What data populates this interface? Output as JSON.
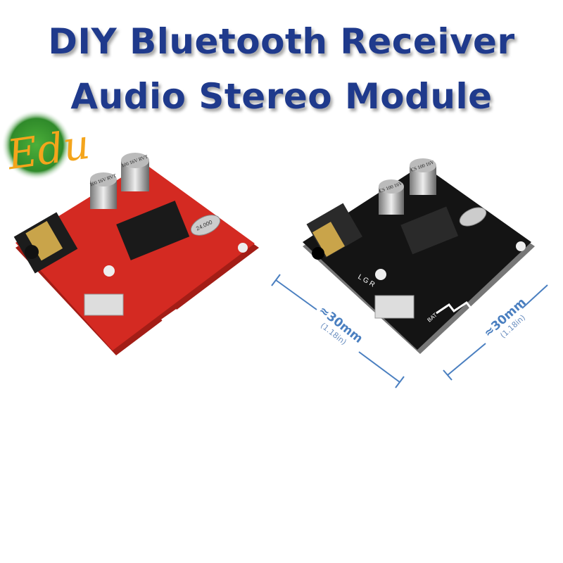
{
  "title": {
    "line1": "DIY Bluetooth Receiver",
    "line2": "Audio Stereo Module",
    "color": "#1f3a8c"
  },
  "logo": {
    "text": "Edu",
    "bg_color": "#2f8a2a",
    "text_color": "#f4a51c"
  },
  "boards": [
    {
      "name": "red-board",
      "color": "#d42a22",
      "capacitor_labels": [
        "100 16V RVT",
        "100 16V RVT"
      ],
      "crystal_label": "24.000"
    },
    {
      "name": "black-board",
      "color": "#141414",
      "capacitor_labels": [
        "CS 100 16V",
        "CS 100 16V"
      ],
      "pin_labels": [
        "L",
        "G",
        "R"
      ],
      "battery_label": "BAT"
    }
  ],
  "dimensions": [
    {
      "value": "≈30mm",
      "imperial": "(1.18in)"
    },
    {
      "value": "≈30mm",
      "imperial": "(1.18in)"
    }
  ]
}
